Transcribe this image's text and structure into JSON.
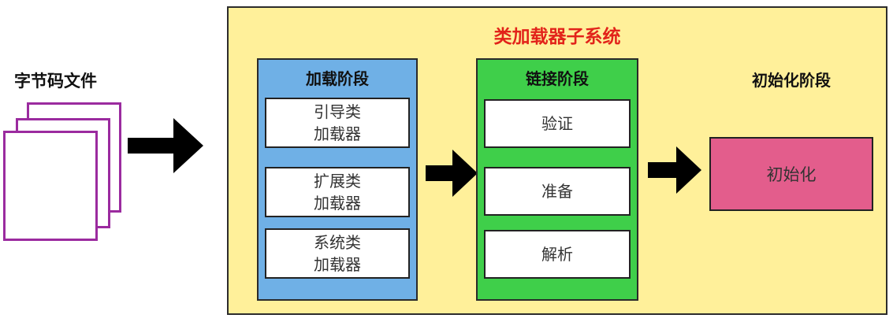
{
  "bytecode": {
    "label": "字节码文件"
  },
  "subsystem": {
    "title": "类加载器子系统",
    "background_color": "#fff09a",
    "title_color": "#e2231a"
  },
  "loading": {
    "title": "加载阶段",
    "color": "#6fb0e6",
    "loaders": [
      {
        "line1": "引导类",
        "line2": "加载器"
      },
      {
        "line1": "扩展类",
        "line2": "加载器"
      },
      {
        "line1": "系统类",
        "line2": "加载器"
      }
    ]
  },
  "linking": {
    "title": "链接阶段",
    "color": "#3fcf4a",
    "steps": [
      "验证",
      "准备",
      "解析"
    ]
  },
  "initialization": {
    "title": "初始化阶段",
    "box_label": "初始化",
    "color": "#e35d8c"
  },
  "icons": [
    "right-arrow-icon"
  ]
}
